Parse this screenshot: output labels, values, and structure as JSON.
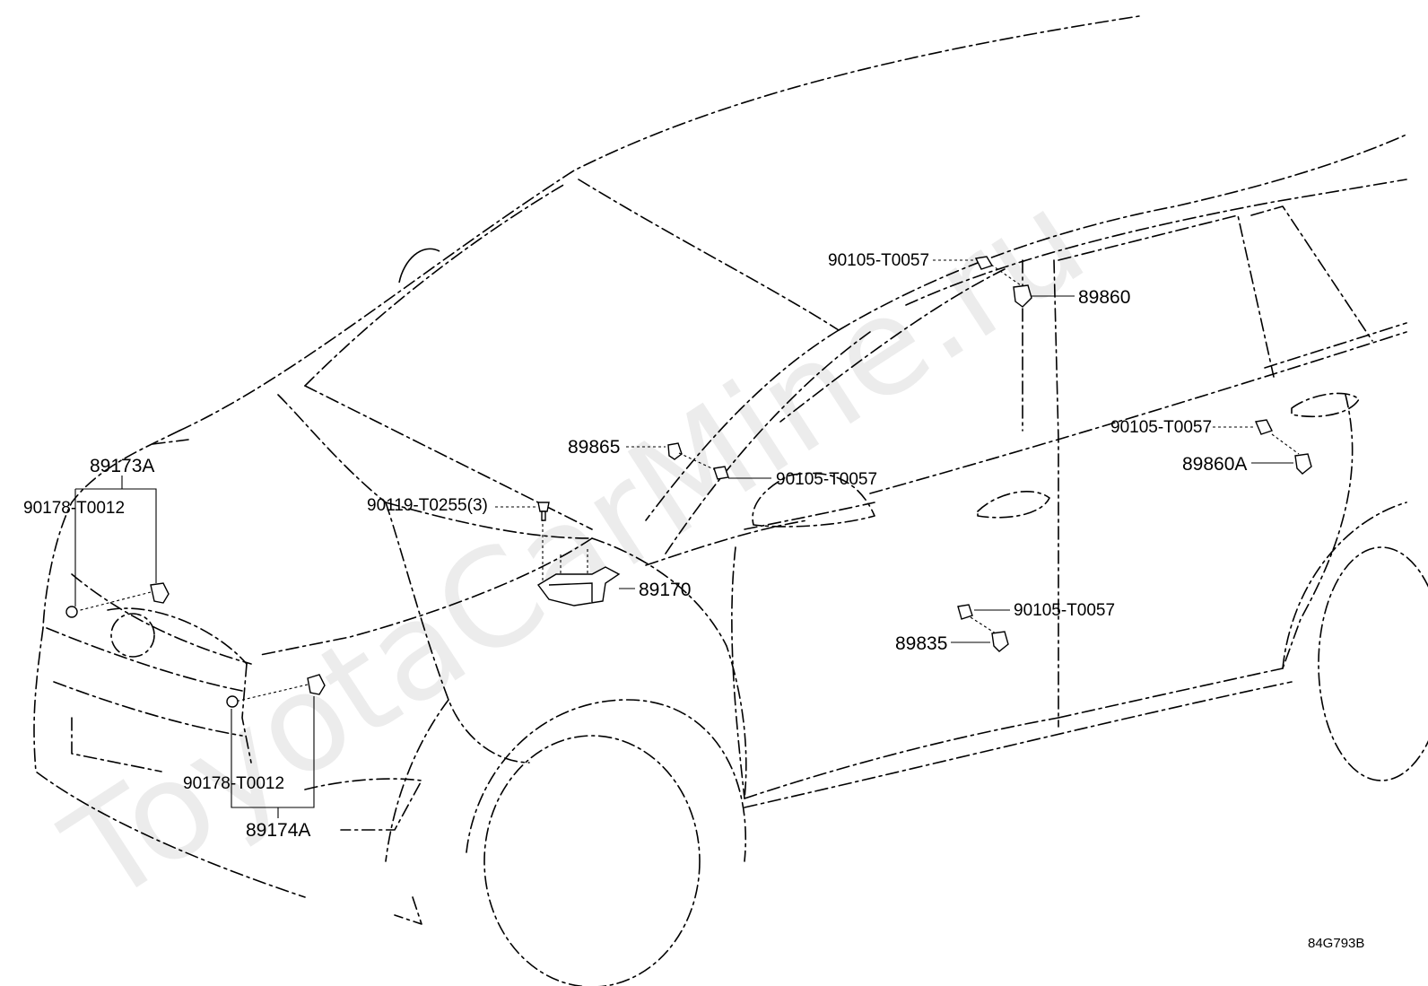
{
  "labels": {
    "p89173A": "89173A",
    "p90178_top": "90178-T0012",
    "p90119": "90119-T0255(3)",
    "p89865": "89865",
    "p90105_mid": "90105-T0057",
    "p90105_top": "90105-T0057",
    "p89860": "89860",
    "p90105_right": "90105-T0057",
    "p89860A": "89860A",
    "p89170": "89170",
    "p90105_low": "90105-T0057",
    "p89835": "89835",
    "p90178_bot": "90178-T0012",
    "p89174A": "89174A"
  },
  "watermark": "ToyotaCarMine.ru",
  "diagram_code": "84G793B"
}
